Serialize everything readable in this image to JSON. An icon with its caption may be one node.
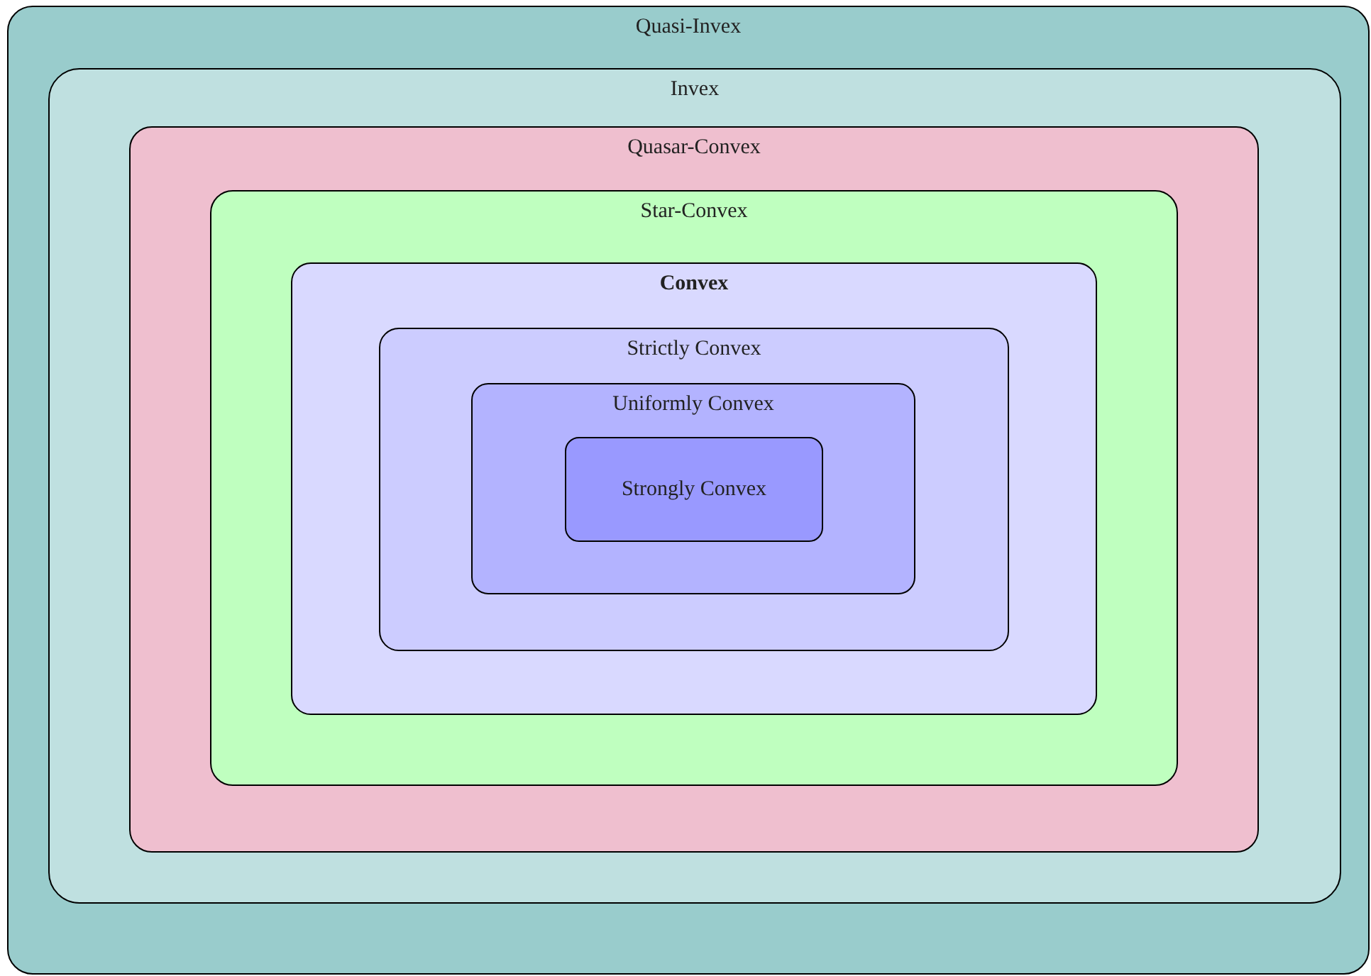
{
  "diagram": {
    "nodes": [
      {
        "text": [
          "Quasi-Invex"
        ]
      },
      {
        "text": [
          "Invex"
        ],
        "in": 0
      },
      {
        "text": [
          "Quasar-Convex"
        ],
        "in": 1
      },
      {
        "text": [
          "Star-Convex"
        ],
        "in": 2
      },
      {
        "text": [
          "Convex"
        ],
        "in": 3
      },
      {
        "text": [
          "Strictly Convex"
        ],
        "in": 4
      },
      {
        "text": [
          "Uniformly Convex"
        ],
        "in": 5
      },
      {
        "text": [
          "Strongly Convex"
        ],
        "in": 6
      }
    ]
  }
}
